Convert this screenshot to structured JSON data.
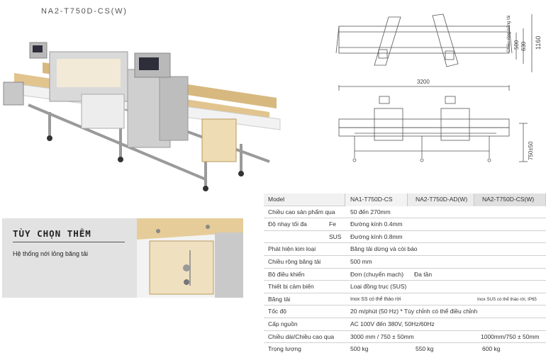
{
  "model_title": "NA2-T750D-CS(W)",
  "dimensions": {
    "length": "3200",
    "total_height": "1160",
    "height_630": "630",
    "height_500": "500",
    "belt_width_label": "Chiều rộng băng tải",
    "conveyor_height": "750±50"
  },
  "options": {
    "title": "TÙY CHỌN THÊM",
    "description": "Hệ thống nới lỏng băng tải"
  },
  "spec": {
    "header": {
      "label": "Model",
      "col1": "NA1-T750D-CS",
      "col2": "NA2-T750D-AD(W)",
      "col3": "NA2-T750D-CS(W)"
    },
    "product_height": {
      "label": "Chiều cao sản phẩm qua",
      "value": "50 đến 270mm"
    },
    "sensitivity": {
      "label": "Độ nhạy tối đa",
      "fe_label": "Fe",
      "fe_value": "Đường kính 0.4mm",
      "sus_label": "SUS",
      "sus_value": "Đường kính 0.8mm"
    },
    "detection": {
      "label": "Phát hiện kim loại",
      "value": "Băng tải dừng và còi báo"
    },
    "belt_width": {
      "label": "Chiều rộng băng tải",
      "value": "500 mm"
    },
    "controller": {
      "label": "Bộ điều khiển",
      "value1": "Đơn (chuyển mạch)",
      "value2": "Đa tần"
    },
    "sensor": {
      "label": "Thiết bị cảm biến",
      "value": "Loại đồng trục (SUS)"
    },
    "belt": {
      "label": "Băng tải",
      "value1": "Inox SS có thể tháo rời",
      "value3": "Inox SUS có thể tháo rời, IP65"
    },
    "speed": {
      "label": "Tốc độ",
      "value": "20 m/phút (50 Hz) * Tùy chỉnh có thể điều chỉnh"
    },
    "power": {
      "label": "Cấp nguồn",
      "value": "AC 100V đến 380V, 50Hz/60Hz"
    },
    "dimensions": {
      "label": "Chiều dài/Chiều cao qua",
      "value1": "3000 mm / 750 ± 50mm",
      "value3": "1000mm/750 ± 50mm"
    },
    "weight": {
      "label": "Trọng lượng",
      "value1": "500 kg",
      "value2": "550 kg",
      "value3": "600 kg"
    }
  }
}
